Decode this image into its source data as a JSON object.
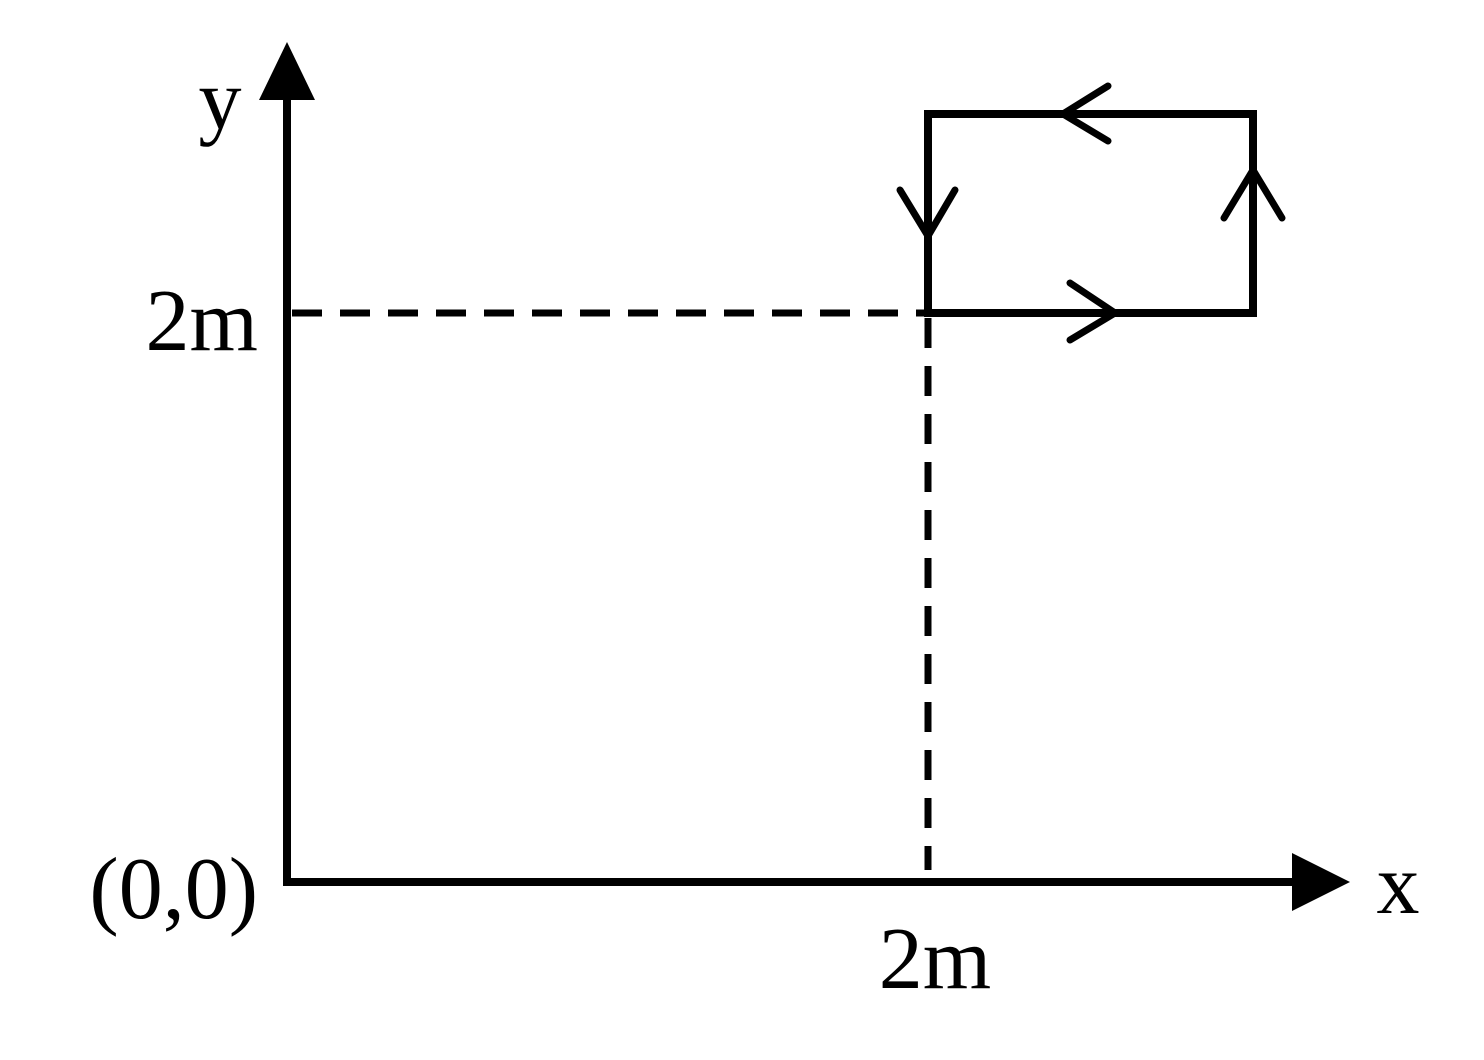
{
  "axes": {
    "x_label": "x",
    "y_label": "y",
    "origin_label": "(0,0)"
  },
  "ticks": {
    "x_tick_label": "2m",
    "y_tick_label": "2m"
  },
  "colors": {
    "ink": "#000000",
    "background": "#ffffff"
  }
}
